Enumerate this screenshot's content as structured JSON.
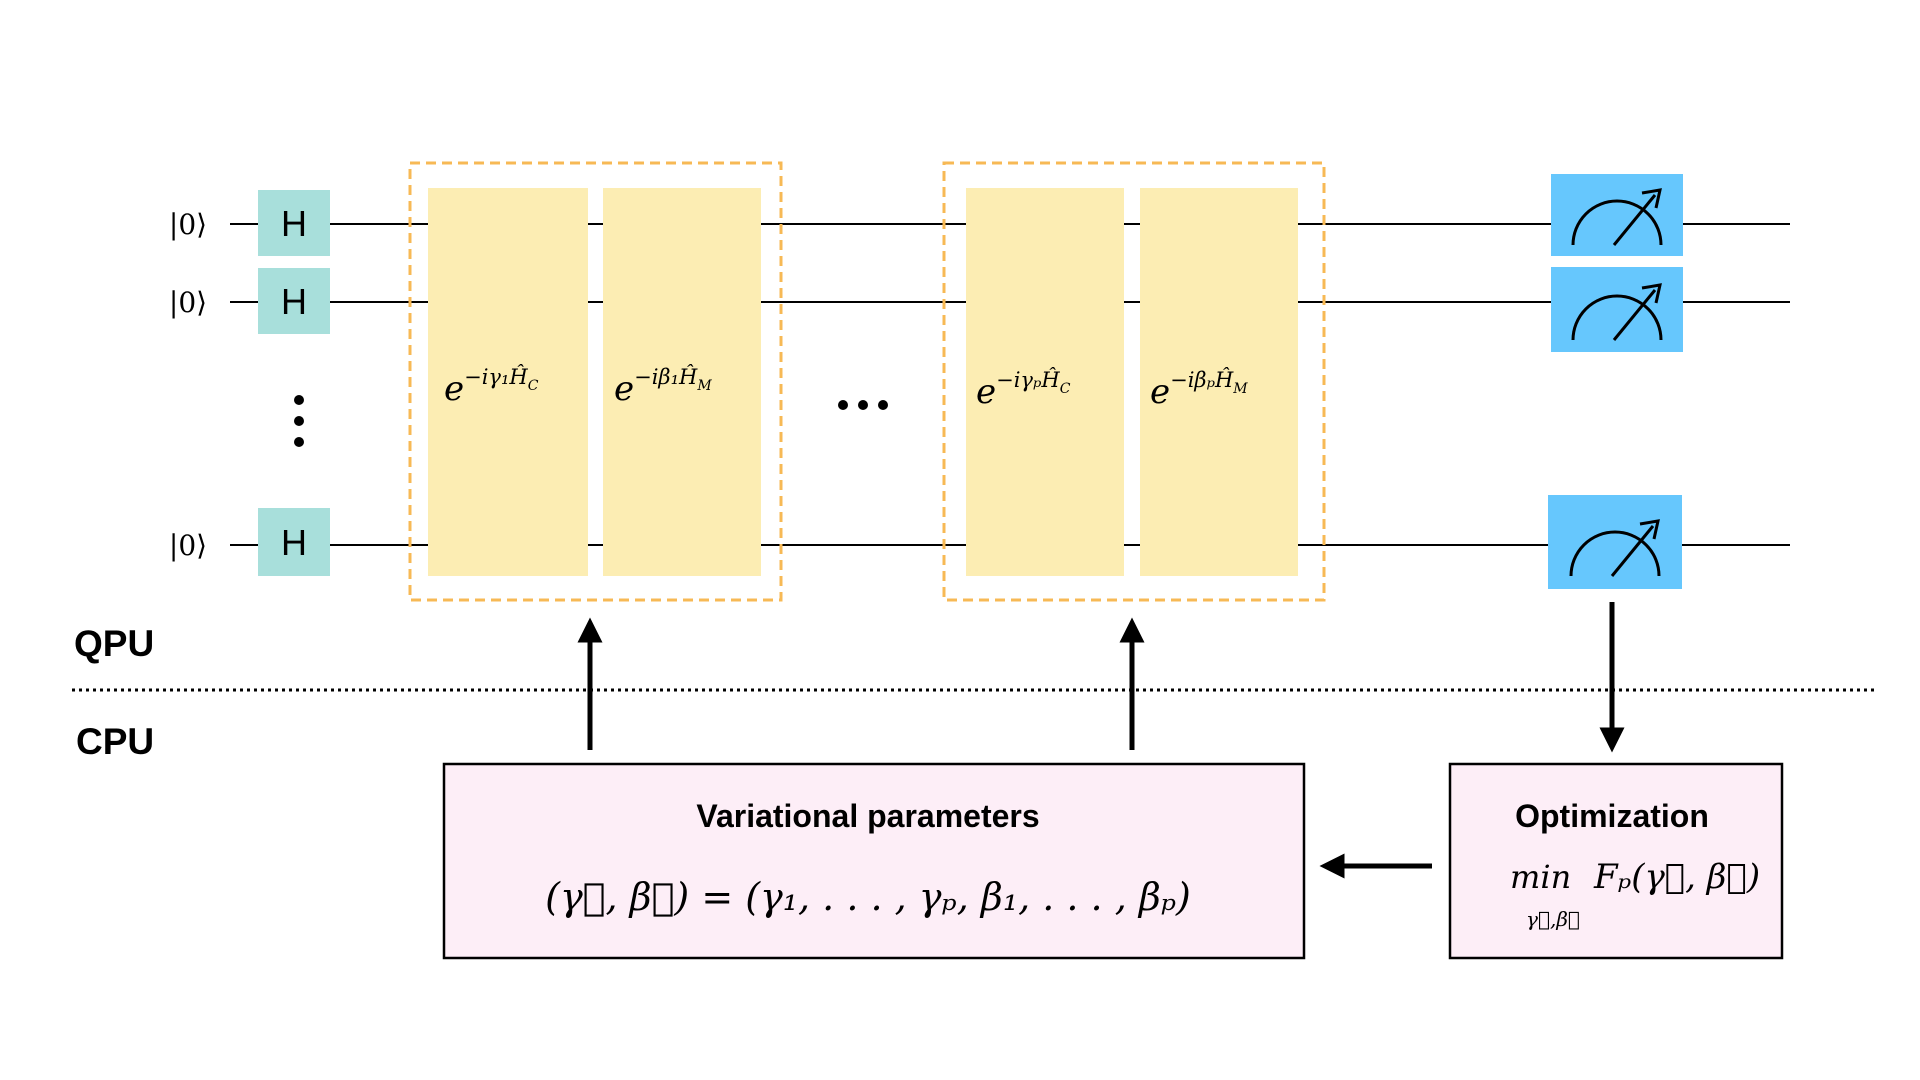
{
  "qubits": [
    {
      "state": "|0⟩",
      "gate": "H"
    },
    {
      "state": "|0⟩",
      "gate": "H"
    },
    {
      "state": "|0⟩",
      "gate": "H"
    }
  ],
  "vertical_ellipsis": "⋮",
  "layer_ellipsis": "···",
  "layers": [
    {
      "cost_unitary": {
        "base": "e",
        "exponent": "−iγ₁Ĥ",
        "sub": "C"
      },
      "mixer_unitary": {
        "base": "e",
        "exponent": "−iβ₁Ĥ",
        "sub": "M"
      }
    },
    {
      "cost_unitary": {
        "base": "e",
        "exponent": "−iγₚĤ",
        "sub": "C"
      },
      "mixer_unitary": {
        "base": "e",
        "exponent": "−iβₚĤ",
        "sub": "M"
      }
    }
  ],
  "regions": {
    "qpu": "QPU",
    "cpu": "CPU"
  },
  "variational_box": {
    "title": "Variational parameters",
    "formula": "(γ⃗, β⃗) = (γ₁, . . . , γₚ, β₁, . . . , βₚ)"
  },
  "optimization_box": {
    "title": "Optimization",
    "operator": "min",
    "operator_sub": "γ⃗,β⃗",
    "objective": "Fₚ(γ⃗, β⃗)"
  },
  "colors": {
    "hadamard": "#a8dfdb",
    "unitary": "#fcedb3",
    "layer_border": "#f7b955",
    "measure": "#66c7fd",
    "classical_box": "#fdeef7",
    "wire": "#000000"
  }
}
